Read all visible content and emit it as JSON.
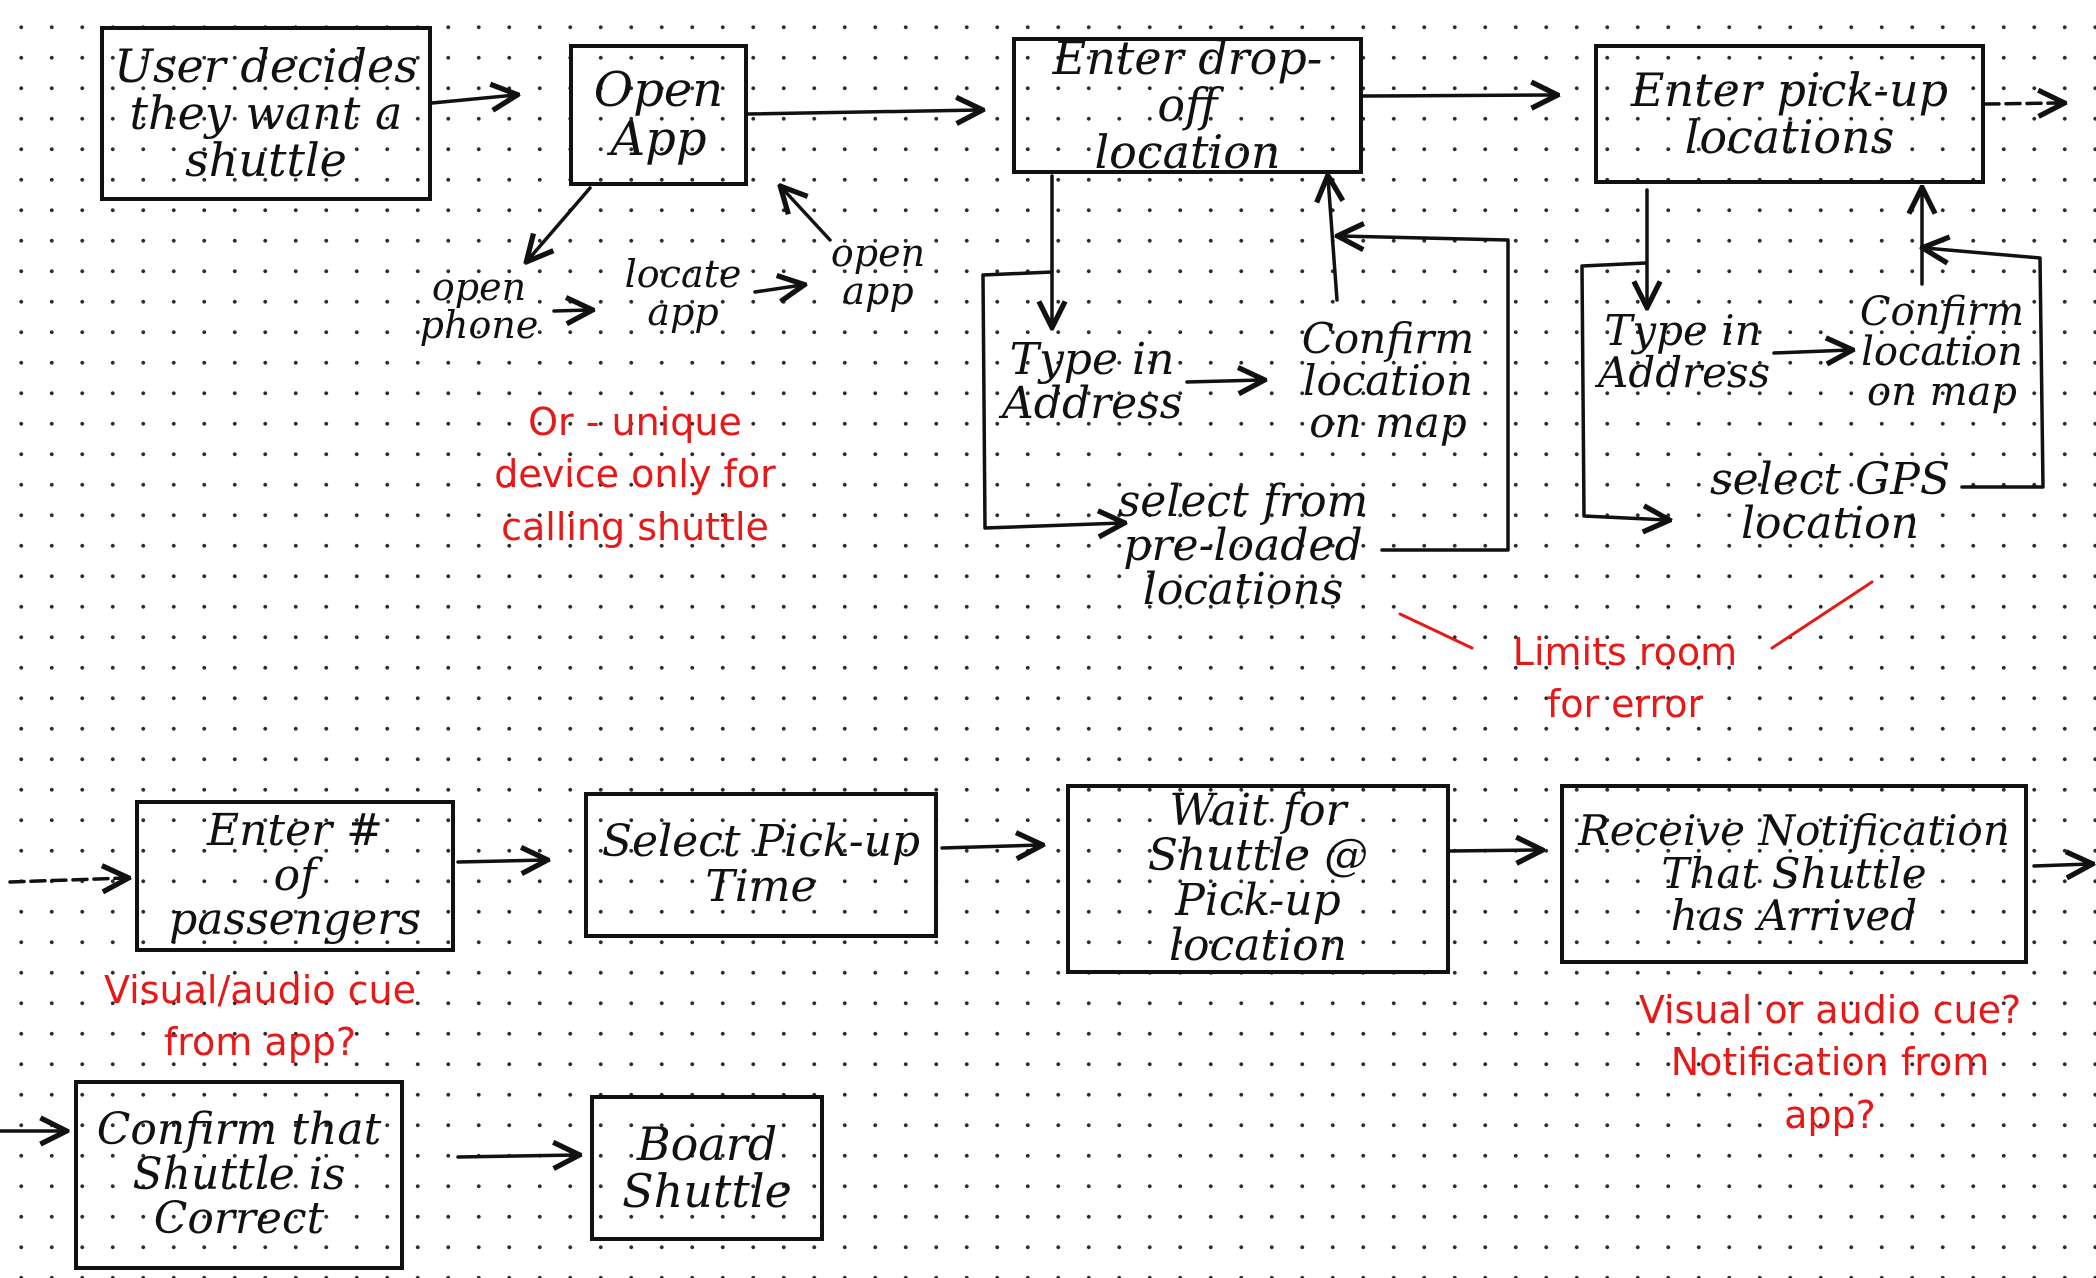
{
  "colors": {
    "ink": "#111111",
    "annotation_red": "#e61919",
    "paper": "#ffffff"
  },
  "boxes": {
    "user_decides": "User decides\nthey want a\nshuttle",
    "open_app": "Open\nApp",
    "enter_dropoff": "Enter drop-off\nlocation",
    "enter_pickup": "Enter pick-up\nlocations",
    "enter_passengers": "Enter #\nof passengers",
    "select_time": "Select Pick-up\nTime",
    "wait_shuttle": "Wait for\nShuttle @\nPick-up location",
    "receive_notification": "Receive Notification\nThat Shuttle\nhas Arrived",
    "confirm_shuttle": "Confirm that\nShuttle is\nCorrect",
    "board_shuttle": "Board\nShuttle"
  },
  "labels": {
    "open_phone": "open\nphone",
    "locate_app": "locate\napp",
    "open_app_step": "open\napp",
    "dropoff_type_address": "Type in\nAddress",
    "dropoff_confirm_map": "Confirm\nlocation\non map",
    "dropoff_select_preloaded": "select from\npre-loaded\nlocations",
    "pickup_type_address": "Type in\nAddress",
    "pickup_confirm_map": "Confirm\nlocation\non map",
    "pickup_select_gps": "select GPS\nlocation"
  },
  "annotations": {
    "unique_device": "Or - unique\ndevice only for\ncalling shuttle",
    "limits_error": "Limits room\nfor error",
    "visual_audio_app": "Visual/audio cue\nfrom app?",
    "visual_or_audio_notification": "Visual or audio cue?\nNotification from\napp?"
  }
}
